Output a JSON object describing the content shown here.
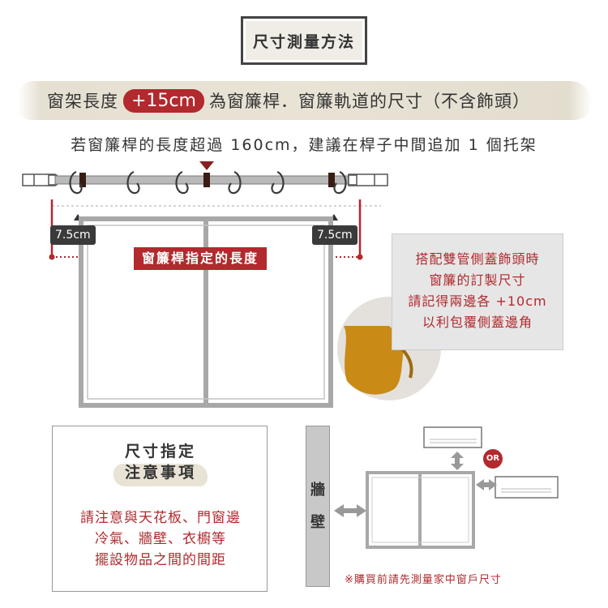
{
  "title": "尺寸測量方法",
  "length_rule": {
    "prefix": "窗架長度",
    "highlight": "+15cm",
    "suffix": "為窗簾桿．窗簾軌道的尺寸（不含飾頭）"
  },
  "bracket_advice": "若窗簾桿的長度超過 160cm，建議在桿子中間追加 1 個托架",
  "dimension": {
    "left_extension": "7.5cm",
    "right_extension": "7.5cm",
    "rod_length_label": "窗簾桿指定的長度"
  },
  "cover_note": {
    "line1": "搭配雙管側蓋飾頭時",
    "line2": "窗簾的訂製尺寸",
    "line3": "請記得兩邊各 +10cm",
    "line4": "以利包覆側蓋邊角"
  },
  "notice": {
    "title1": "尺寸指定",
    "title2": "注意事項",
    "line1": "請注意與天花板、門窗邊",
    "line2": "冷氣、牆壁、衣櫥等",
    "line3": "擺設物品之間的間距"
  },
  "wall": {
    "char1": "牆",
    "char2": "壁"
  },
  "or_badge": "OR",
  "footnote": "※購買前請先測量家中窗戶尺寸",
  "colors": {
    "accent": "#b2292e",
    "dark": "#3a3a3a",
    "frame": "#a8a8a8",
    "tape": "#e9e3d6"
  }
}
